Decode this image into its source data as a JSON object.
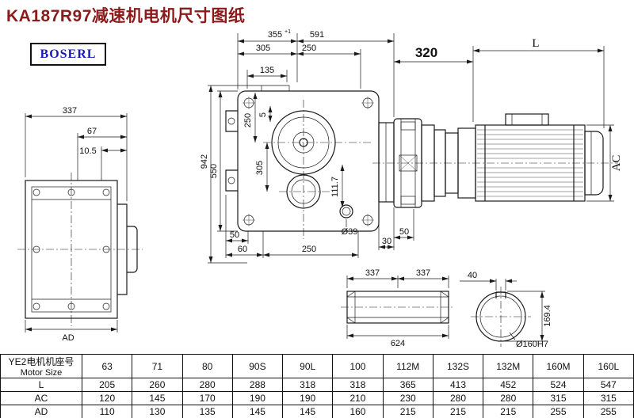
{
  "page": {
    "title": "KA187R97减速机电机尺寸图纸",
    "logo": "BOSERL"
  },
  "colors": {
    "title": "#8B1A1A",
    "logo": "#1A1AB8",
    "line": "#1a1a1a"
  },
  "dims": {
    "left_view": {
      "w337": "337",
      "d67": "67",
      "d105": "10.5",
      "ad": "AD"
    },
    "main_view": {
      "t355": "355",
      "t355_tol": "+1",
      "t591": "591",
      "t305": "305",
      "t250": "250",
      "t135": "135",
      "v250": "250",
      "v5": "5",
      "v305": "305",
      "v550": "550",
      "v942": "942",
      "v1117": "111.7",
      "b50a": "50",
      "b60": "60",
      "b250": "250",
      "dia39": "Ø39",
      "b30": "30",
      "b50b": "50"
    },
    "motor_view": {
      "t320": "320",
      "tL": "L",
      "rAC": "AC"
    },
    "shaft_view": {
      "a337": "337",
      "b337": "337",
      "total": "624"
    },
    "bore_view": {
      "key40": "40",
      "h1694": "169.4",
      "bore": "Ø160H7"
    }
  },
  "table": {
    "header_cn": "YE2电机机座号",
    "header_en": "Motor Size",
    "sizes": [
      "63",
      "71",
      "80",
      "90S",
      "90L",
      "100",
      "112M",
      "132S",
      "132M",
      "160M",
      "160L"
    ],
    "rows": [
      {
        "label": "L",
        "values": [
          "205",
          "260",
          "280",
          "288",
          "318",
          "318",
          "365",
          "413",
          "452",
          "524",
          "547"
        ]
      },
      {
        "label": "AC",
        "values": [
          "120",
          "145",
          "170",
          "190",
          "190",
          "210",
          "230",
          "280",
          "280",
          "315",
          "315"
        ]
      },
      {
        "label": "AD",
        "values": [
          "110",
          "130",
          "135",
          "145",
          "145",
          "160",
          "215",
          "215",
          "215",
          "255",
          "255"
        ]
      }
    ]
  }
}
